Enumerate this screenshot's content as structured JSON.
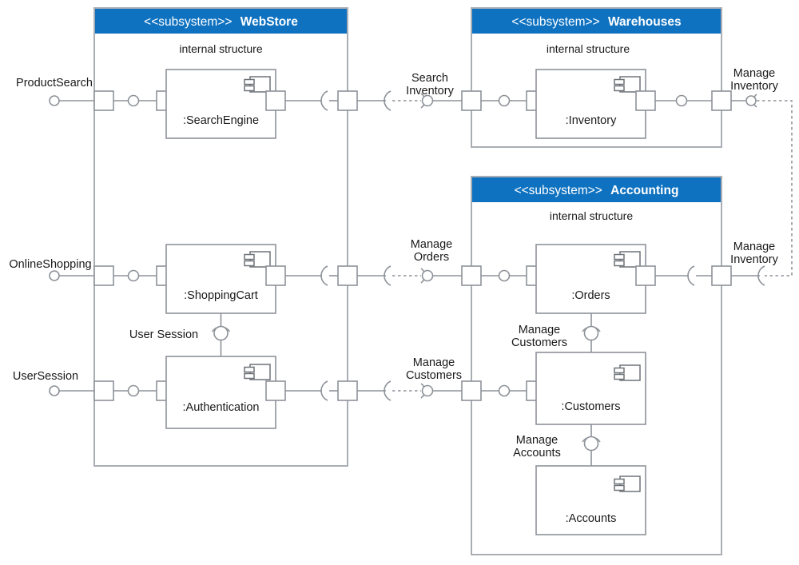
{
  "diagram": {
    "type": "uml-composite-structure",
    "title": "",
    "colors": {
      "header_blue": "#0f72c0",
      "box_border": "#a9aeb5",
      "line": "#8d9299",
      "text": "#1a1a1a"
    },
    "internal_structure_label": "internal structure",
    "stereotype": "<<subsystem>>"
  },
  "subsystems": [
    {
      "id": "webstore",
      "stereotype": "<<subsystem>>",
      "name": "WebStore",
      "internal_label": "internal structure",
      "components": [
        {
          "name": ":SearchEngine",
          "icon": "component-icon"
        },
        {
          "name": ":ShoppingCart",
          "icon": "component-icon"
        },
        {
          "name": ":Authentication",
          "icon": "component-icon"
        }
      ]
    },
    {
      "id": "warehouses",
      "stereotype": "<<subsystem>>",
      "name": "Warehouses",
      "internal_label": "internal structure",
      "components": [
        {
          "name": ":Inventory",
          "icon": "component-icon"
        }
      ]
    },
    {
      "id": "accounting",
      "stereotype": "<<subsystem>>",
      "name": "Accounting",
      "internal_label": "internal structure",
      "components": [
        {
          "name": ":Orders",
          "icon": "component-icon"
        },
        {
          "name": ":Customers",
          "icon": "component-icon"
        },
        {
          "name": ":Accounts",
          "icon": "component-icon"
        }
      ]
    }
  ],
  "external_interfaces": [
    {
      "name": "ProductSearch",
      "target": "webstore"
    },
    {
      "name": "OnlineShopping",
      "target": "webstore"
    },
    {
      "name": "UserSession",
      "target": "webstore"
    }
  ],
  "connector_labels": [
    {
      "name": "Search Inventory",
      "from": "webstore",
      "to": "warehouses"
    },
    {
      "name": "Manage Orders",
      "from": "webstore",
      "to": "accounting"
    },
    {
      "name": "Manage Customers",
      "from": "webstore",
      "to": "accounting"
    },
    {
      "name": "Manage Inventory",
      "from": "accounting",
      "to": "warehouses"
    },
    {
      "name": "Manage Inventory",
      "from": "accounting",
      "to": "warehouses"
    },
    {
      "name": "User Session",
      "from": ":Authentication",
      "to": ":ShoppingCart"
    },
    {
      "name": "Manage Customers",
      "from": ":Customers",
      "to": ":Orders"
    },
    {
      "name": "Manage Accounts",
      "from": ":Accounts",
      "to": ":Customers"
    }
  ]
}
